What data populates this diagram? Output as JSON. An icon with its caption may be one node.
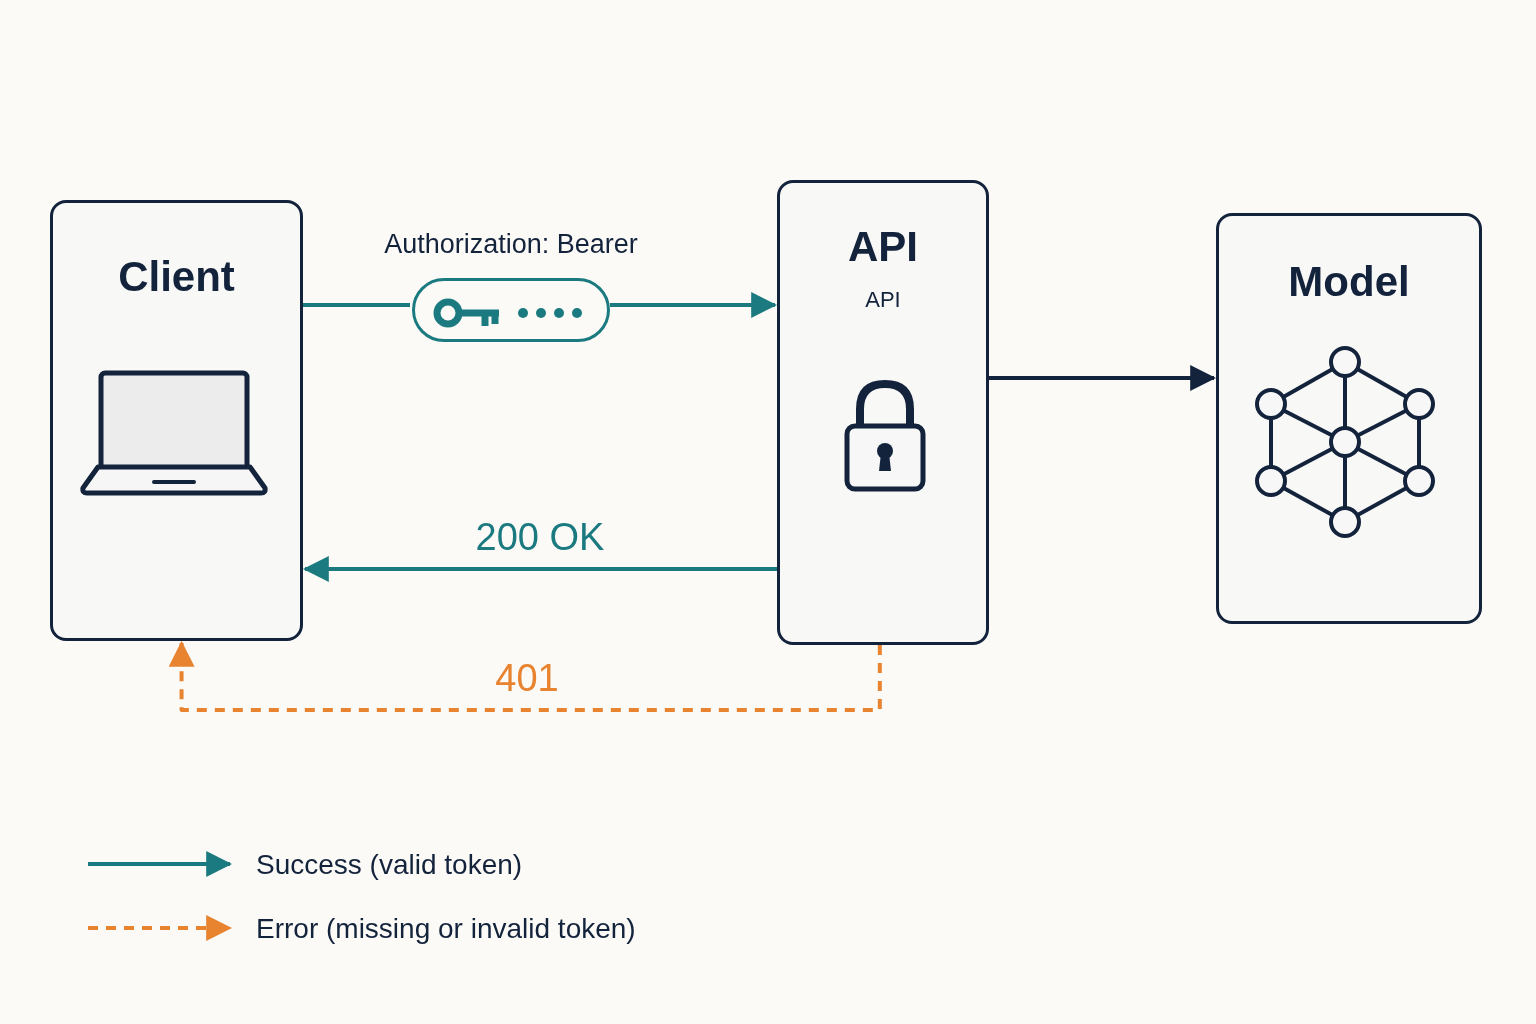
{
  "diagram": {
    "nodes": [
      {
        "text": [
          "Client"
        ]
      },
      {
        "text": [
          "API",
          "API"
        ]
      },
      {
        "text": [
          "Model"
        ]
      },
      {
        "text": [],
        "shape": "box",
        "beside": [
          "Authorization: Bearer"
        ]
      }
    ],
    "edges": [
      {
        "from": 0,
        "to": 3,
        "arrow": "none"
      },
      {
        "from": 3,
        "to": 1,
        "arrow": "to"
      },
      {
        "from": 1,
        "to": 2,
        "arrow": "to",
        "color": "#14233c"
      },
      {
        "from": 1,
        "to": 0,
        "arrow": "to",
        "label": "200 OK"
      },
      {
        "from": 1,
        "to": 0,
        "arrow": "to",
        "label": "401",
        "style": "dashed",
        "color": "#e8832f"
      }
    ],
    "legend": [
      {
        "text": "Success (valid token)"
      },
      {
        "text": "Error (missing or invalid token)"
      }
    ]
  }
}
